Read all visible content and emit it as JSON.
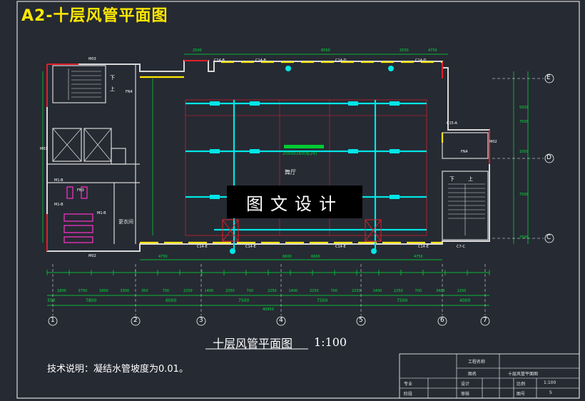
{
  "sheet_title": "A2-十层风管平面图",
  "drawing_title": "十层风管平面图",
  "scale": "1:100",
  "note": "技术说明：凝结水管坡度为0.01。",
  "watermark": "图文设计",
  "hall_label": "舞厅",
  "duct_main_label": "2000x160(标24)",
  "room_label": "更衣间",
  "grid_axes_x": [
    "1",
    "2",
    "3",
    "4",
    "5",
    "6",
    "7"
  ],
  "grid_axes_y": [
    "E",
    "D",
    "C"
  ],
  "dims_top": [
    "2500",
    "6550",
    "2550",
    "4750"
  ],
  "dims_bottom_row1": [
    "1800",
    "3750",
    "1800",
    "3300",
    "350",
    "700",
    "2250",
    "1400",
    "2250",
    "700",
    "2250",
    "1400",
    "2250",
    "700",
    "2250",
    "1400",
    "2250",
    "700",
    "3400",
    "1250"
  ],
  "dims_bottom_row2": [
    "350",
    "7800",
    "6000",
    "7500",
    "7500",
    "7500",
    "4000"
  ],
  "dims_bottom_total": "40850",
  "dims_right": [
    "5930",
    "7500",
    "1050",
    "7500",
    "7500"
  ],
  "dims_lower": [
    "4750",
    "6600",
    "6600",
    "4750"
  ],
  "tags_top": [
    "C14-B",
    "C14-B",
    "C14-D",
    "C14-D"
  ],
  "tags_bottom": [
    "C14-E",
    "C14-E",
    "C14-E",
    "C14-E",
    "C7-C"
  ],
  "tags_side": [
    "C15-A",
    "FN4",
    "FN4",
    "FN3",
    "M1-B",
    "M1-B",
    "M1-B",
    "M03",
    "M03",
    "M02",
    "M02"
  ],
  "tags_rooms": [
    "下",
    "上",
    "下",
    "上"
  ],
  "title_block": {
    "project_label": "工程名称",
    "drawing_label": "图名",
    "drawing_name": "十层风管平面图",
    "major_label": "专业",
    "design_label": "设计",
    "scale_label": "比例",
    "scale_value": "1:100",
    "stage_label": "阶段",
    "review_label": "审核",
    "sheet_label": "图号",
    "sheet_value": "5"
  },
  "colors": {
    "background": "#262a33",
    "title": "#ffe800",
    "wall": "#d8d8d8",
    "wall_red": "#e0202a",
    "duct": "#00e6e6",
    "duct_main": "#00cc33",
    "dimension": "#00e639",
    "grid": "#ffffff",
    "window": "#ffe800",
    "equipment": "#ff33cc"
  }
}
